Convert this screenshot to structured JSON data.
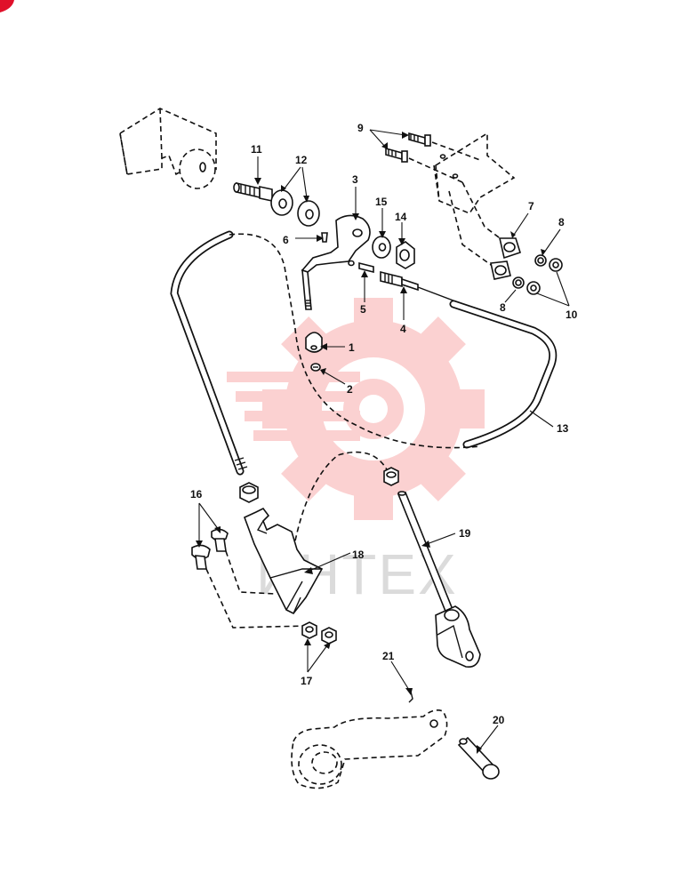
{
  "diagram": {
    "watermark_text": "ИНТЕХ",
    "watermark_color": "#f26b6b",
    "callouts": [
      {
        "id": "c1",
        "label": "1"
      },
      {
        "id": "c2",
        "label": "2"
      },
      {
        "id": "c3",
        "label": "3"
      },
      {
        "id": "c4",
        "label": "4"
      },
      {
        "id": "c5",
        "label": "5"
      },
      {
        "id": "c6",
        "label": "6"
      },
      {
        "id": "c7",
        "label": "7"
      },
      {
        "id": "c8a",
        "label": "8"
      },
      {
        "id": "c8b",
        "label": "8"
      },
      {
        "id": "c9",
        "label": "9"
      },
      {
        "id": "c10",
        "label": "10"
      },
      {
        "id": "c11",
        "label": "11"
      },
      {
        "id": "c12",
        "label": "12"
      },
      {
        "id": "c13",
        "label": "13"
      },
      {
        "id": "c14",
        "label": "14"
      },
      {
        "id": "c15",
        "label": "15"
      },
      {
        "id": "c16",
        "label": "16"
      },
      {
        "id": "c17",
        "label": "17"
      },
      {
        "id": "c18",
        "label": "18"
      },
      {
        "id": "c19",
        "label": "19"
      },
      {
        "id": "c20",
        "label": "20"
      },
      {
        "id": "c21",
        "label": "21"
      }
    ]
  }
}
